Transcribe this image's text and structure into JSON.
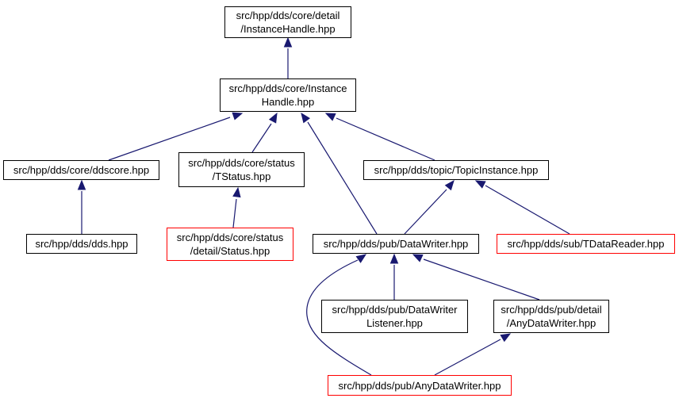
{
  "colors": {
    "edge": "#191970",
    "focus_fill": "#bfbfbf",
    "truncated_border": "#ff0000",
    "normal_border": "#000000"
  },
  "nodes": {
    "instancehandle_detail": {
      "lines": [
        "src/hpp/dds/core/detail",
        "/InstanceHandle.hpp"
      ],
      "style": "focus"
    },
    "instancehandle_core": {
      "lines": [
        "src/hpp/dds/core/Instance",
        "Handle.hpp"
      ],
      "style": "normal"
    },
    "ddscore": {
      "lines": [
        "src/hpp/dds/core/ddscore.hpp"
      ],
      "style": "normal"
    },
    "tstatus": {
      "lines": [
        "src/hpp/dds/core/status",
        "/TStatus.hpp"
      ],
      "style": "normal"
    },
    "topicinstance": {
      "lines": [
        "src/hpp/dds/topic/TopicInstance.hpp"
      ],
      "style": "normal"
    },
    "dds": {
      "lines": [
        "src/hpp/dds/dds.hpp"
      ],
      "style": "normal"
    },
    "status_detail": {
      "lines": [
        "src/hpp/dds/core/status",
        "/detail/Status.hpp"
      ],
      "style": "red"
    },
    "datawriter": {
      "lines": [
        "src/hpp/dds/pub/DataWriter.hpp"
      ],
      "style": "normal"
    },
    "tdatareader": {
      "lines": [
        "src/hpp/dds/sub/TDataReader.hpp"
      ],
      "style": "red"
    },
    "datawriterlistener": {
      "lines": [
        "src/hpp/dds/pub/DataWriter",
        "Listener.hpp"
      ],
      "style": "normal"
    },
    "anydatawriter_detail": {
      "lines": [
        "src/hpp/dds/pub/detail",
        "/AnyDataWriter.hpp"
      ],
      "style": "normal"
    },
    "anydatawriter": {
      "lines": [
        "src/hpp/dds/pub/AnyDataWriter.hpp"
      ],
      "style": "red"
    }
  },
  "edges": [
    {
      "from": "instancehandle_core",
      "to": "instancehandle_detail"
    },
    {
      "from": "ddscore",
      "to": "instancehandle_core"
    },
    {
      "from": "tstatus",
      "to": "instancehandle_core"
    },
    {
      "from": "datawriter",
      "to": "instancehandle_core"
    },
    {
      "from": "topicinstance",
      "to": "instancehandle_core"
    },
    {
      "from": "dds",
      "to": "ddscore"
    },
    {
      "from": "status_detail",
      "to": "tstatus"
    },
    {
      "from": "datawriter",
      "to": "topicinstance"
    },
    {
      "from": "tdatareader",
      "to": "topicinstance"
    },
    {
      "from": "datawriterlistener",
      "to": "datawriter"
    },
    {
      "from": "anydatawriter_detail",
      "to": "datawriter"
    },
    {
      "from": "anydatawriter",
      "to": "datawriter"
    },
    {
      "from": "anydatawriter",
      "to": "anydatawriter_detail"
    }
  ]
}
